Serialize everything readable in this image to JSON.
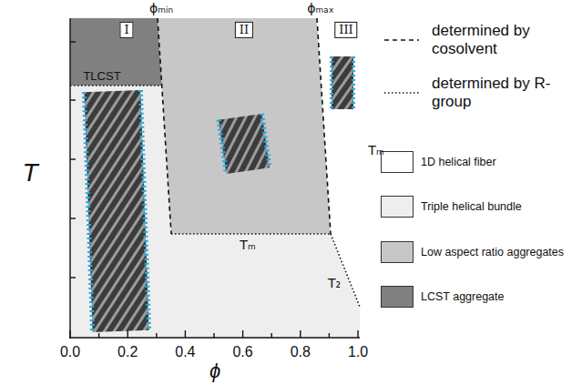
{
  "diagram": {
    "nodes": [
      {
        "text": [
          "I"
        ]
      },
      {
        "text": [
          "II"
        ]
      },
      {
        "text": [
          "III"
        ]
      }
    ],
    "labels": [
      "ϕₘᵢₙ",
      "ϕₘₐₓ",
      "TLCST",
      "Tₘ",
      "Tₘ",
      "T₂",
      "T",
      "ϕ",
      "0.0",
      "0.2",
      "0.4",
      "0.6",
      "0.8",
      "1.0"
    ],
    "legend": [
      {
        "text": "determined by cosolvent"
      },
      {
        "text": "determined by R-group"
      },
      {
        "text": "1D helical fiber",
        "color": "#ffffff"
      },
      {
        "text": "Triple helical bundle",
        "color": "#eeeeee"
      },
      {
        "text": "Low aspect ratio aggregates",
        "color": "#c7c7c7"
      },
      {
        "text": "LCST aggregate",
        "color": "#808080"
      }
    ]
  }
}
